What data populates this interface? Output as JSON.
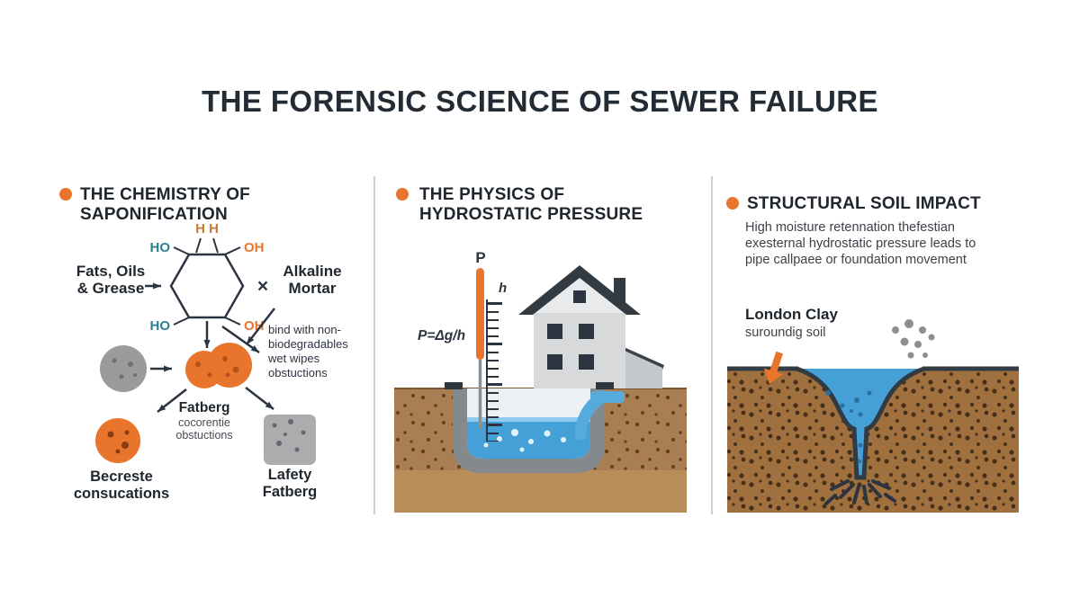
{
  "title": "THE FORENSIC SCIENCE OF SEWER FAILURE",
  "colors": {
    "accent": "#e8752b",
    "ink": "#232b34",
    "teal": "#2a7f8f",
    "water": "#45a0d8",
    "soil_light": "#a87e52",
    "soil_dark": "#a0713f"
  },
  "panel1": {
    "heading": [
      "THE CHEMISTRY OF",
      "SAPONIFICATION"
    ],
    "fats": [
      "Fats, Oils",
      "& Grease"
    ],
    "alkaline": [
      "Alkaline",
      "Mortar"
    ],
    "times": "×",
    "hex": {
      "top": "H H",
      "ho_top": "HO",
      "oh_top": "OH",
      "ho_bottom": "HO",
      "oh_bottom": "OH"
    },
    "bind": [
      "bind with non-",
      "biodegradables",
      "wet wipes",
      "obstuctions"
    ],
    "fatberg": "Fatberg",
    "fatberg_sub": [
      "cocorentie",
      "obstuctions"
    ],
    "bottom_left": [
      "Becreste",
      "consucations"
    ],
    "bottom_right": [
      "Lafety",
      "Fatberg"
    ]
  },
  "panel2": {
    "heading": [
      "THE PHYSICS OF",
      "HYDROSTATIC PRESSURE"
    ],
    "p_label": "P",
    "h_label": "h",
    "formula": "P=Δg/h"
  },
  "panel3": {
    "heading": "STRUCTURAL SOIL IMPACT",
    "body": [
      "High moisture retennation thefestian",
      "exesternal hydrostatic pressure leads to",
      "pipe callpaee or foundation movement"
    ],
    "clay": "London Clay",
    "clay_sub": "suroundig soil"
  }
}
